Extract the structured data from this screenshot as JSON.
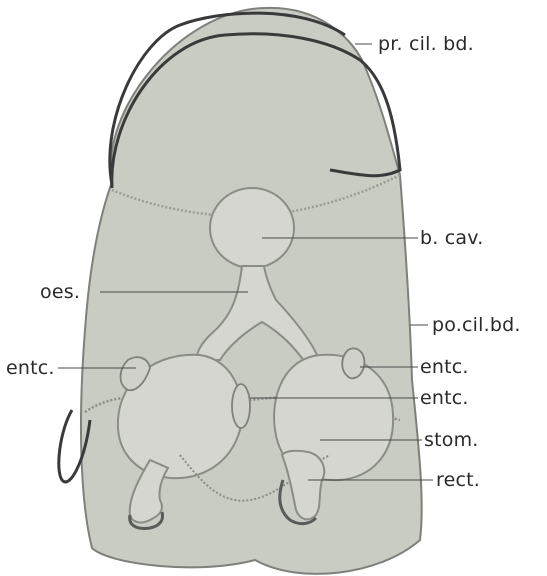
{
  "figure": {
    "labels": {
      "pr_cil_bd": "pr. cil. bd.",
      "b_cav": "b. cav.",
      "oes": "oes.",
      "po_cil_bd": "po.cil.bd.",
      "entc_left": "entc.",
      "entc_right_upper": "entc.",
      "entc_right_lower": "entc.",
      "stom": "stom.",
      "rect": "rect."
    },
    "colors": {
      "body_fill": "#c9ccc2",
      "body_edge": "#7e807a",
      "outline_dark": "#3a3a3a",
      "inner_line": "#9a9c96",
      "gut_fill": "#d4d6cf"
    }
  }
}
